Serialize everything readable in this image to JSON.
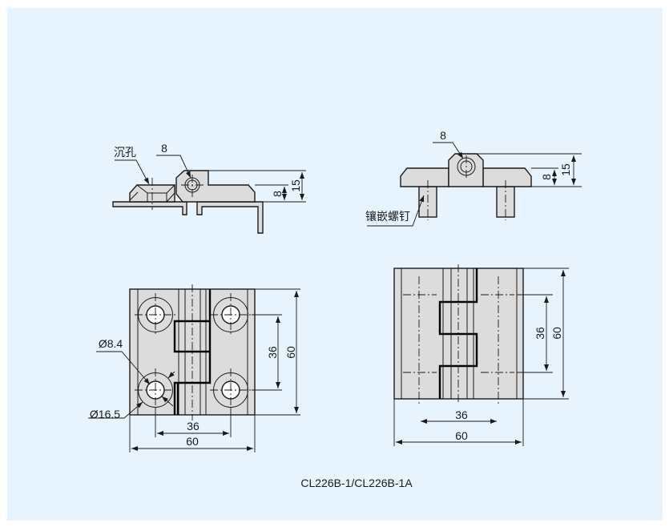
{
  "side_view_left": {
    "callout_countersink": "沉孔",
    "dim_pin": "8",
    "dim_height_total": "15",
    "dim_height_leaf": "8"
  },
  "side_view_right": {
    "callout_insert_stud": "镶嵌螺钉",
    "dim_pin": "8",
    "dim_height_total": "15",
    "dim_height_leaf": "8"
  },
  "front_view_left": {
    "dim_hole_dia": "Ø8.4",
    "dim_counterbore_dia": "Ø16.5",
    "dim_vertical_pitch": "36",
    "dim_height": "60",
    "dim_horizontal_pitch": "36",
    "dim_width": "60"
  },
  "front_view_right": {
    "dim_vertical_pitch": "36",
    "dim_height": "60",
    "dim_horizontal_pitch": "36",
    "dim_width": "60"
  },
  "caption": "CL226B-1/CL226B-1A"
}
